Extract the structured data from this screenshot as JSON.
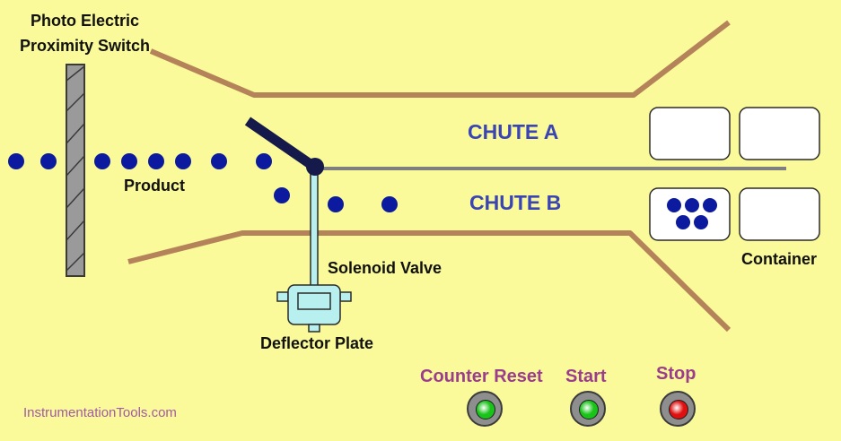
{
  "labels": {
    "sensor_line1": "Photo Electric",
    "sensor_line2": "Proximity Switch",
    "product": "Product",
    "chute_a": "CHUTE A",
    "chute_b": "CHUTE B",
    "container": "Container",
    "solenoid_valve": "Solenoid Valve",
    "deflector_plate": "Deflector Plate",
    "watermark": "InstrumentationTools.com"
  },
  "buttons": {
    "counter_reset": {
      "label": "Counter Reset",
      "lamp_color": "#19c419"
    },
    "start": {
      "label": "Start",
      "lamp_color": "#19c419"
    },
    "stop": {
      "label": "Stop",
      "lamp_color": "#e01010"
    }
  },
  "colors": {
    "background": "#fafa9a",
    "chute_wall": "#b5835a",
    "product_dot": "#0b1a9e",
    "chute_label": "#3a44b4",
    "button_label": "#9b3d8c"
  }
}
